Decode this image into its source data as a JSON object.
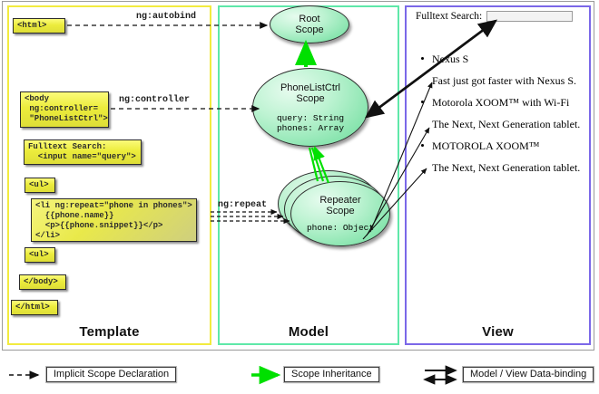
{
  "diagram": {
    "title": "AngularJS Scope Template / Model / View",
    "panels": [
      {
        "id": "template",
        "caption": "Template",
        "border_color": "#f2eb3f"
      },
      {
        "id": "model",
        "caption": "Model",
        "border_color": "#5fe8a9"
      },
      {
        "id": "view",
        "caption": "View",
        "border_color": "#7b68e8"
      }
    ]
  },
  "template": {
    "boxes": [
      {
        "name": "html-open-tag",
        "text": "<html>"
      },
      {
        "name": "body-controller",
        "text": "<body\n ng:controller=\n \"PhoneListCtrl\">"
      },
      {
        "name": "fulltext-search",
        "text": "Fulltext Search:\n  <input name=\"query\">"
      },
      {
        "name": "ul-open-tag",
        "text": "<ul>"
      },
      {
        "name": "li-repeat",
        "text": "<li ng:repeat=\"phone in phones\">\n  {{phone.name}}\n  <p>{{phone.snippet}}</p>\n</li>"
      },
      {
        "name": "ul-close-tag",
        "text": "<ul>"
      },
      {
        "name": "body-close-tag",
        "text": "</body>"
      },
      {
        "name": "html-close-tag",
        "text": "</html>"
      }
    ]
  },
  "model": {
    "scopes": [
      {
        "name": "root-scope",
        "title_line1": "Root",
        "title_line2": "Scope",
        "props": []
      },
      {
        "name": "phonelistctrl-scope",
        "title_line1": "PhoneListCtrl",
        "title_line2": "Scope",
        "props": [
          {
            "text": "query: String",
            "emphasis": "bold"
          },
          {
            "text": "phones: Array",
            "emphasis": "dim"
          }
        ]
      },
      {
        "name": "repeater-scope",
        "title_line1": "Repeater",
        "title_line2": "Scope",
        "props": [
          {
            "text": "phone: Object",
            "emphasis": "dim"
          }
        ]
      }
    ]
  },
  "edges": {
    "labels": [
      {
        "name": "ng-autobind-label",
        "text": "ng:autobind"
      },
      {
        "name": "ng-controller-label",
        "text": "ng:controller"
      },
      {
        "name": "ng-repeat-label",
        "text": "ng:repeat"
      }
    ]
  },
  "view": {
    "search": {
      "label": "Fulltext Search:",
      "value": "",
      "placeholder": ""
    },
    "items": [
      {
        "name": "Nexus S",
        "snippet": "Fast just got faster with Nexus S."
      },
      {
        "name": "Motorola XOOM™  with Wi-Fi",
        "snippet": "The Next, Next Generation tablet."
      },
      {
        "name": "MOTOROLA XOOM™",
        "snippet": "The Next, Next Generation tablet."
      }
    ]
  },
  "legend": {
    "items": [
      {
        "name": "implicit-scope-declaration",
        "label": "Implicit Scope Declaration",
        "style": "dashed-arrow",
        "color": "#000000"
      },
      {
        "name": "scope-inheritance",
        "label": "Scope Inheritance",
        "style": "solid-green-arrow",
        "color": "#00e000"
      },
      {
        "name": "model-view-data-binding",
        "label": "Model / View Data-binding",
        "style": "double-arrow",
        "color": "#000000"
      }
    ]
  },
  "colors": {
    "template_border": "#f2eb3f",
    "model_border": "#5fe8a9",
    "view_border": "#7b68e8",
    "code_box_fill": "#ecec3c",
    "scope_fill": "#86e4ad",
    "inheritance_arrow": "#00e000"
  }
}
